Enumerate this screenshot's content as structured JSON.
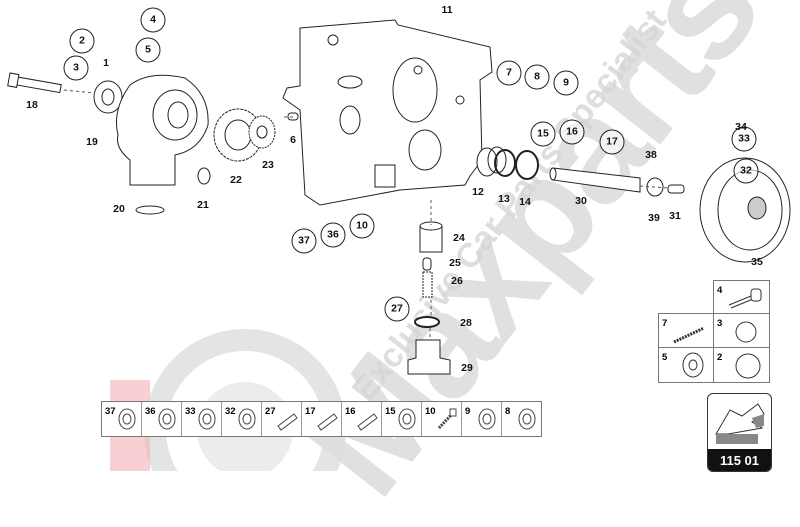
{
  "watermark": {
    "brand": "Maxparts",
    "tagline": "Exclusive Car Parts Specialist"
  },
  "callouts": [
    {
      "n": "4",
      "circled": true
    },
    {
      "n": "2",
      "circled": true
    },
    {
      "n": "5",
      "circled": true
    },
    {
      "n": "3",
      "circled": true
    },
    {
      "n": "1",
      "circled": false
    },
    {
      "n": "18",
      "circled": false
    },
    {
      "n": "19",
      "circled": false
    },
    {
      "n": "20",
      "circled": false
    },
    {
      "n": "21",
      "circled": false
    },
    {
      "n": "22",
      "circled": false
    },
    {
      "n": "23",
      "circled": false
    },
    {
      "n": "6",
      "circled": false
    },
    {
      "n": "11",
      "circled": false
    },
    {
      "n": "7",
      "circled": true
    },
    {
      "n": "8",
      "circled": true
    },
    {
      "n": "9",
      "circled": true
    },
    {
      "n": "15",
      "circled": true
    },
    {
      "n": "16",
      "circled": true
    },
    {
      "n": "17",
      "circled": true
    },
    {
      "n": "33",
      "circled": true
    },
    {
      "n": "32",
      "circled": true
    },
    {
      "n": "34",
      "circled": false
    },
    {
      "n": "35",
      "circled": false
    },
    {
      "n": "38",
      "circled": false
    },
    {
      "n": "39",
      "circled": false
    },
    {
      "n": "31",
      "circled": false
    },
    {
      "n": "30",
      "circled": false
    },
    {
      "n": "12",
      "circled": false
    },
    {
      "n": "13",
      "circled": false
    },
    {
      "n": "14",
      "circled": false
    },
    {
      "n": "10",
      "circled": true
    },
    {
      "n": "36",
      "circled": true
    },
    {
      "n": "37",
      "circled": true
    },
    {
      "n": "24",
      "circled": false
    },
    {
      "n": "25",
      "circled": false
    },
    {
      "n": "26",
      "circled": false
    },
    {
      "n": "27",
      "circled": true
    },
    {
      "n": "28",
      "circled": false
    },
    {
      "n": "29",
      "circled": false
    }
  ],
  "parts_strip": [
    "37",
    "36",
    "33",
    "32",
    "27",
    "17",
    "16",
    "15",
    "10",
    "9",
    "8"
  ],
  "parts_grid": {
    "row1": [
      "4"
    ],
    "row2": [
      "7",
      "3"
    ],
    "row3": [
      "5",
      "2"
    ]
  },
  "page_badge": {
    "code": "115 01",
    "icon": "arrow-next-page-icon"
  }
}
